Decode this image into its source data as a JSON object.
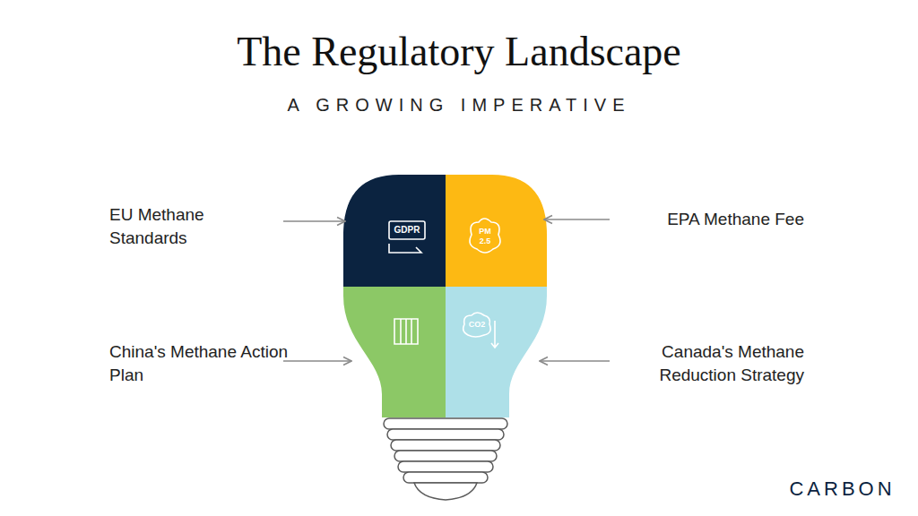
{
  "diagram": {
    "title": "The Regulatory Landscape",
    "caption": "A GROWING IMPERATIVE",
    "labels": [
      "EU Methane Standards",
      "EPA Methane Fee",
      "China's Methane Action Plan",
      "Canada's Methane Reduction Strategy",
      "GDPR",
      "PM 2.5",
      "CO2",
      "CARBON"
    ]
  }
}
